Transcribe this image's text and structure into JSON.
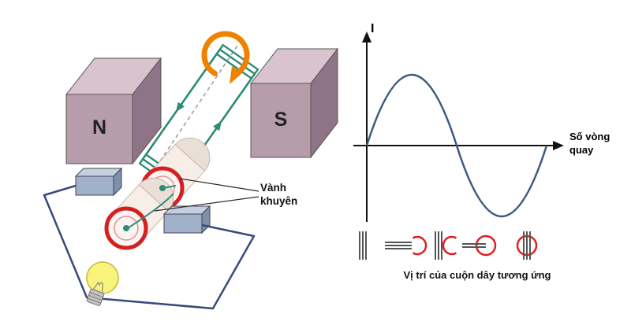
{
  "diagram": {
    "magnet_left_label": "N",
    "magnet_right_label": "S",
    "slip_ring_label": "Vành khuyên"
  },
  "graph": {
    "y_axis_label": "I",
    "x_axis_label": "Số vòng quay",
    "caption": "Vị trí của cuộn dây tương ứng"
  },
  "colors": {
    "magnet_front": "#b79cab",
    "magnet_top": "#d8c3cf",
    "magnet_side": "#8f7386",
    "coil_green": "#2e8b74",
    "rotation_arrow_orange": "#ef8200",
    "slip_ring_red": "#d42020",
    "circuit_wire_blue": "#39497e",
    "bulb_yellow": "#f8f37d",
    "sine_blue": "#3d5a80",
    "icon_red": "#e02020",
    "icon_gray": "#555555"
  },
  "chart_data": {
    "type": "line",
    "title": "",
    "xlabel": "Số vòng quay",
    "ylabel": "I",
    "x": [
      0,
      0.25,
      0.5,
      0.75,
      1
    ],
    "values": [
      0,
      1,
      0,
      -1,
      0
    ],
    "xlim": [
      0,
      1.15
    ],
    "ylim": [
      -1.2,
      1.2
    ],
    "grid": false,
    "legend": "none",
    "note": "One full sine period: current I vs number of revolutions of the coil"
  }
}
